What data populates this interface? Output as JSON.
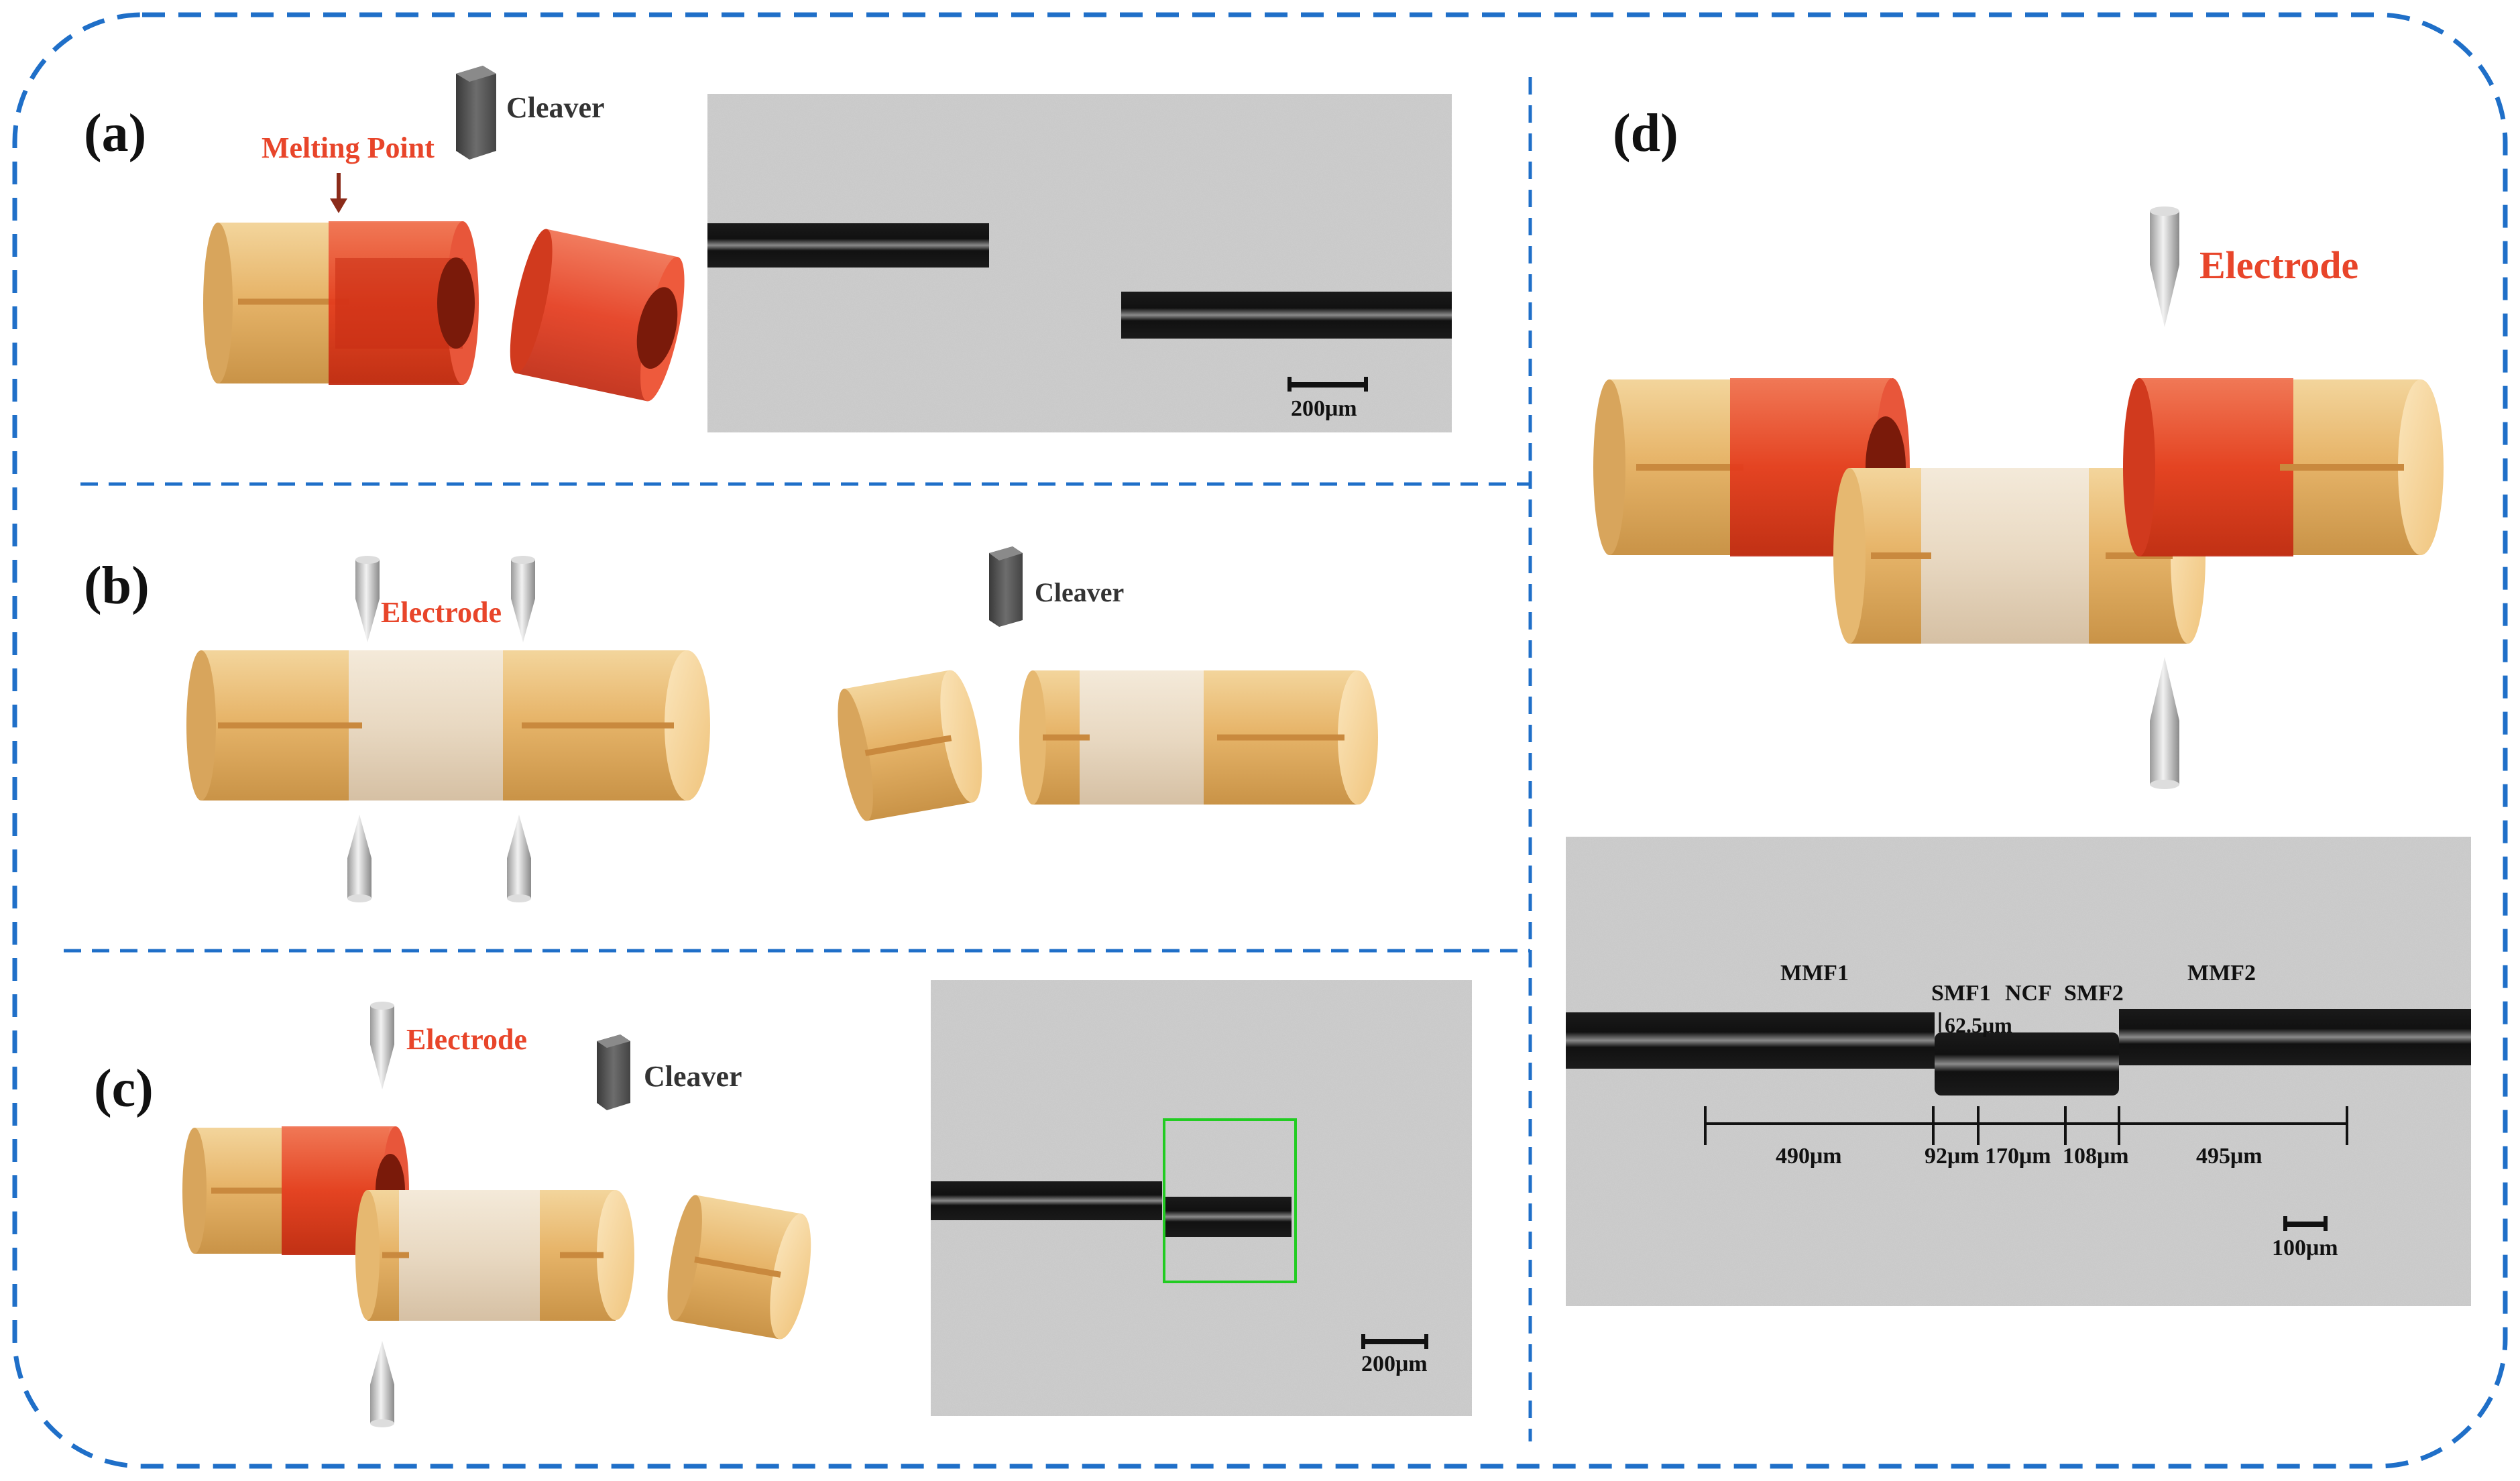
{
  "panels": {
    "a": {
      "label": "(a)",
      "cleaver": "Cleaver",
      "melting_point": "Melting Point",
      "scale": "200μm"
    },
    "b": {
      "label": "(b)",
      "electrode": "Electrode",
      "cleaver": "Cleaver"
    },
    "c": {
      "label": "(c)",
      "electrode": "Electrode",
      "cleaver": "Cleaver",
      "scale": "200μm"
    },
    "d": {
      "label": "(d)",
      "electrode": "Electrode",
      "segments": {
        "mmf1": "MMF1",
        "smf1": "SMF1",
        "ncf": "NCF",
        "smf2": "SMF2",
        "mmf2": "MMF2",
        "core": "62.5μm"
      },
      "lengths": {
        "l1": "490μm",
        "l2": "92μm",
        "l3": "170μm",
        "l4": "108μm",
        "l5": "495μm"
      },
      "scale": "100μm"
    }
  },
  "colors": {
    "border": "#1f6fc8",
    "accent_red": "#e8452a",
    "fiber_gold": "#f0c070",
    "capillary_red": "#e04020"
  }
}
